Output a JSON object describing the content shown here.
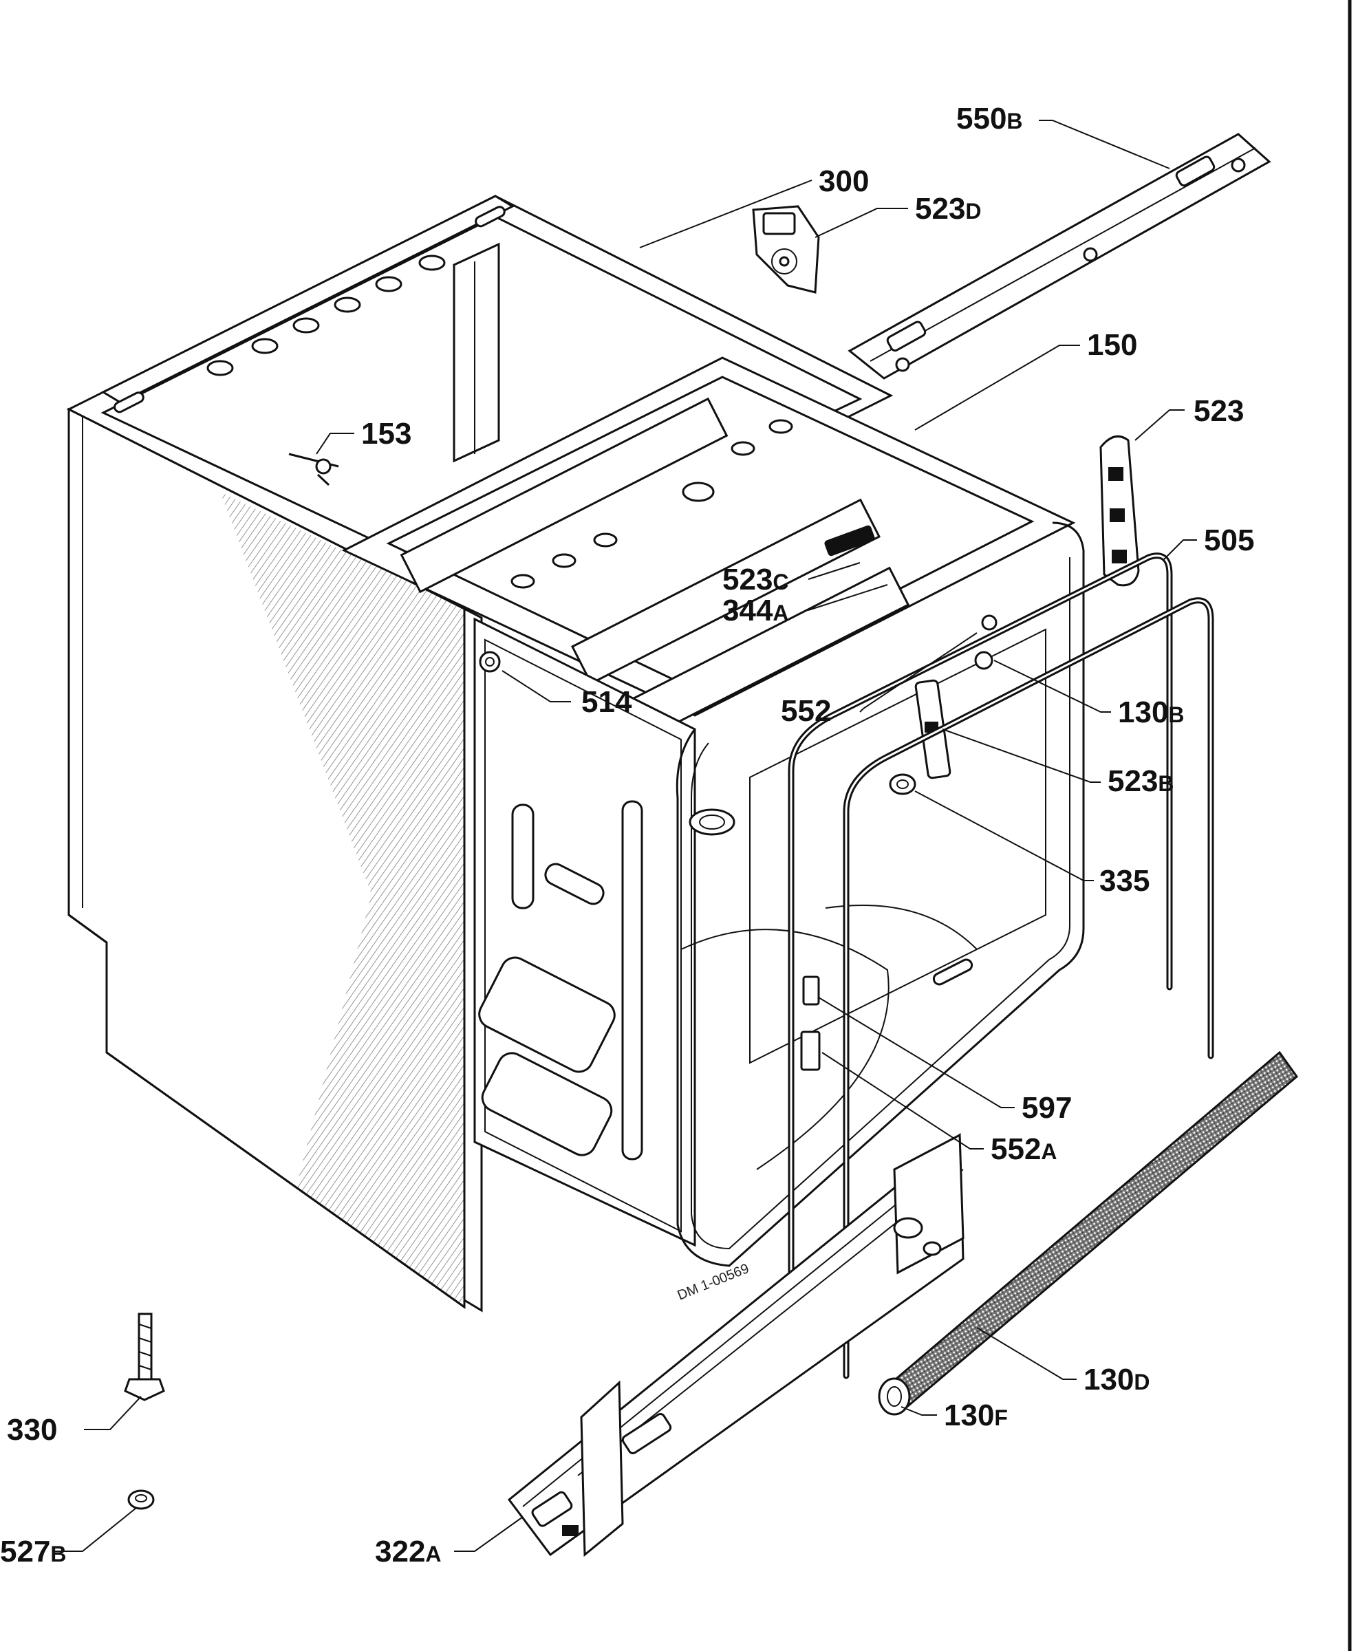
{
  "stamp": "DM 1-00569",
  "labels": {
    "l550b": {
      "num": "550",
      "suffix": "B"
    },
    "l300": {
      "num": "300",
      "suffix": ""
    },
    "l523d": {
      "num": "523",
      "suffix": "D"
    },
    "l150": {
      "num": "150",
      "suffix": ""
    },
    "l523": {
      "num": "523",
      "suffix": ""
    },
    "l153": {
      "num": "153",
      "suffix": ""
    },
    "l505": {
      "num": "505",
      "suffix": ""
    },
    "l523c": {
      "num": "523",
      "suffix": "C"
    },
    "l344a": {
      "num": "344",
      "suffix": "A"
    },
    "l514": {
      "num": "514",
      "suffix": ""
    },
    "l552": {
      "num": "552",
      "suffix": ""
    },
    "l130b": {
      "num": "130",
      "suffix": "B"
    },
    "l523b": {
      "num": "523",
      "suffix": "B"
    },
    "l335": {
      "num": "335",
      "suffix": ""
    },
    "l597": {
      "num": "597",
      "suffix": ""
    },
    "l552a": {
      "num": "552",
      "suffix": "A"
    },
    "l130d": {
      "num": "130",
      "suffix": "D"
    },
    "l130f": {
      "num": "130",
      "suffix": "F"
    },
    "l330": {
      "num": "330",
      "suffix": ""
    },
    "l527b": {
      "num": "527",
      "suffix": "B"
    },
    "l322a": {
      "num": "322",
      "suffix": "A"
    }
  }
}
